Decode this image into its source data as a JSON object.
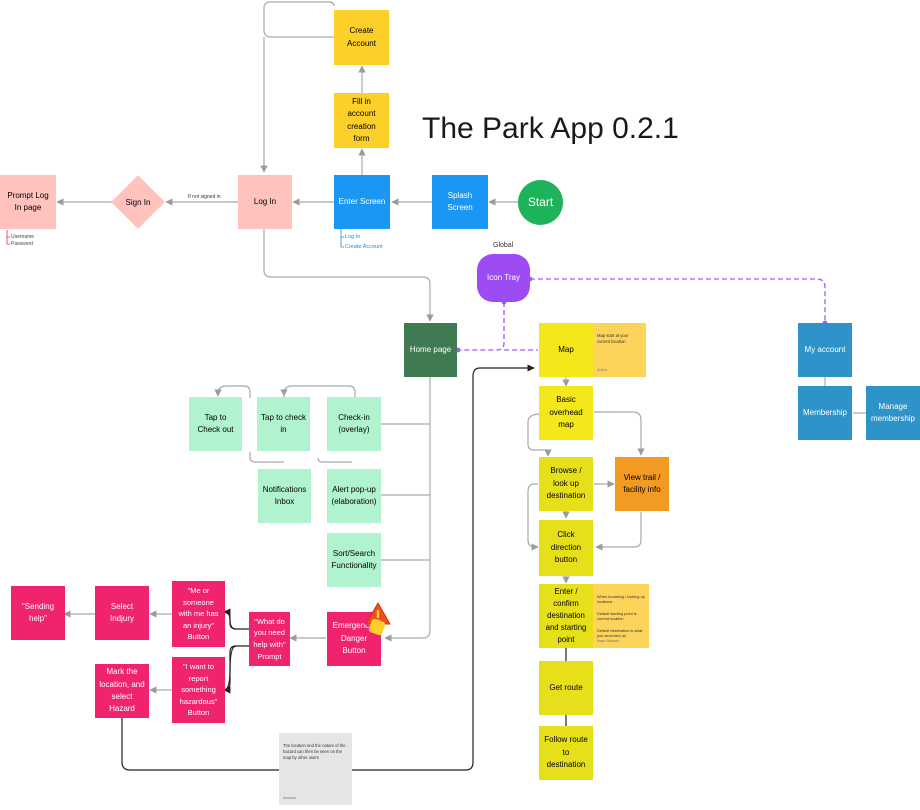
{
  "title": "The Park App 0.2.1",
  "colors": {
    "peach": "#ffc2bc",
    "blue": "#1997f2",
    "yellow_orange": "#fdcf29",
    "green_start": "#1db35a",
    "purple": "#9d4cf5",
    "dark_green": "#3f7a52",
    "yellow": "#f4e81a",
    "orange": "#f29a22",
    "teal_blue": "#2d93c8",
    "mint": "#b1f2cf",
    "magenta": "#f0246e",
    "warning": "#f24c1d",
    "connector": "#a9a9a9",
    "dashed_connector": "#a05cf5"
  },
  "nodes": {
    "create_account": "Create\nAccount",
    "fill_form": "Fill in\naccount\ncreation\nform",
    "enter_screen": "Enter Screen",
    "splash_screen": "Splash\nScreen",
    "start": "Start",
    "log_in": "Log In",
    "sign_in": "Sign In",
    "prompt_log_in": "Prompt Log\nIn page",
    "icon_tray": "Icon Tray",
    "home_page": "Home page",
    "map": "Map",
    "my_account": "My account",
    "membership": "Membership",
    "manage_membership": "Manage\nmembership",
    "basic_overhead_map": "Basic\noverhead\nmap",
    "browse_destination": "Browse /\nlook up\ndestination",
    "view_trail": "View trail /\nfacility info",
    "click_direction": "Click\ndirection\nbutton",
    "enter_confirm": "Enter /\nconfirm\ndestination\nand starting\npoint",
    "get_route": "Get route",
    "follow_route": "Follow route\nto\ndestination",
    "tap_check_out": "Tap to\nCheck out",
    "tap_check_in": "Tap to check\nin",
    "check_in_overlay": "Check-in\n(overlay)",
    "notifications_inbox": "Notifications\nInbox",
    "alert_popup": "Alert pop-up\n(elaboration)",
    "sort_search": "Sort/Search\nFunctionality",
    "emergency_button": "Emergency/\nDanger\nButton",
    "what_help": "\"What do\nyou need\nhelp with\"\nPrompt",
    "injury_button": "\"Me or\nsomeone\nwith me has\nan injury\"\nButton",
    "hazard_button": "\"I want to\nreport\nsomething\nhazardous\"\nButton",
    "select_injury": "Select\nIndjury",
    "sending_help": "\"Sending\nhelp\"",
    "mark_location": "Mark the\nlocation, and\nselect\nHazard"
  },
  "labels": {
    "if_not_signed_in": "If not signed in",
    "global": "Global",
    "username": "Username",
    "password": "Password",
    "log_in_link": "Log In",
    "create_account_link": "Create Account"
  },
  "sticky_notes": {
    "map_note": "Map start at your current location",
    "map_note_author": "Author",
    "route_note": "When browsing / looking up locations\n\nDefault starting point is current location\n\nDefault destination is what you searched up",
    "route_note_author": "Isaac Salonen",
    "hazard_note": "The location and the nature of the hazard can then be seen on the map by other users",
    "hazard_note_author": "Amanda"
  },
  "icons": {
    "warning": "warning-triangle-icon"
  }
}
